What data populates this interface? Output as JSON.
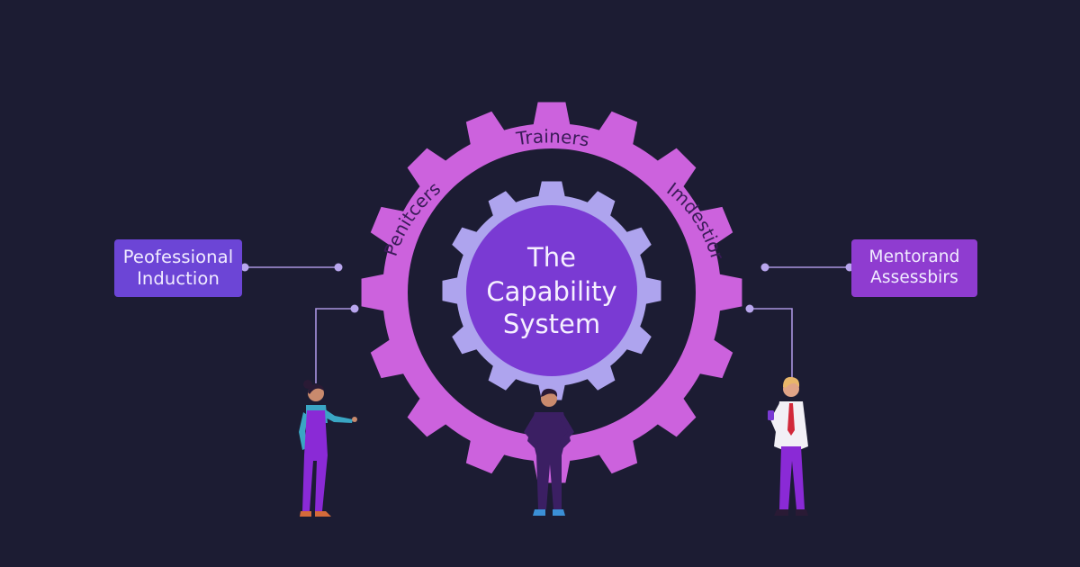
{
  "diagram": {
    "center": {
      "line1": "The",
      "line2": "Capability",
      "line3": "System"
    },
    "ring_labels": {
      "top": "Trainers",
      "left": "Penitcers",
      "right": "Imdestior"
    },
    "left_box": {
      "text": "Peofessional\nInduction"
    },
    "right_box": {
      "text": "Mentorand\nAssessbirs"
    }
  },
  "colors": {
    "background": "#1c1c33",
    "outer_gear": "#cc62dd",
    "inner_gear": "#aea4ee",
    "center_disc": "#7a3ad3",
    "left_box": "#6c45d6",
    "right_box": "#8f3cd0",
    "connector": "#a993e0"
  }
}
